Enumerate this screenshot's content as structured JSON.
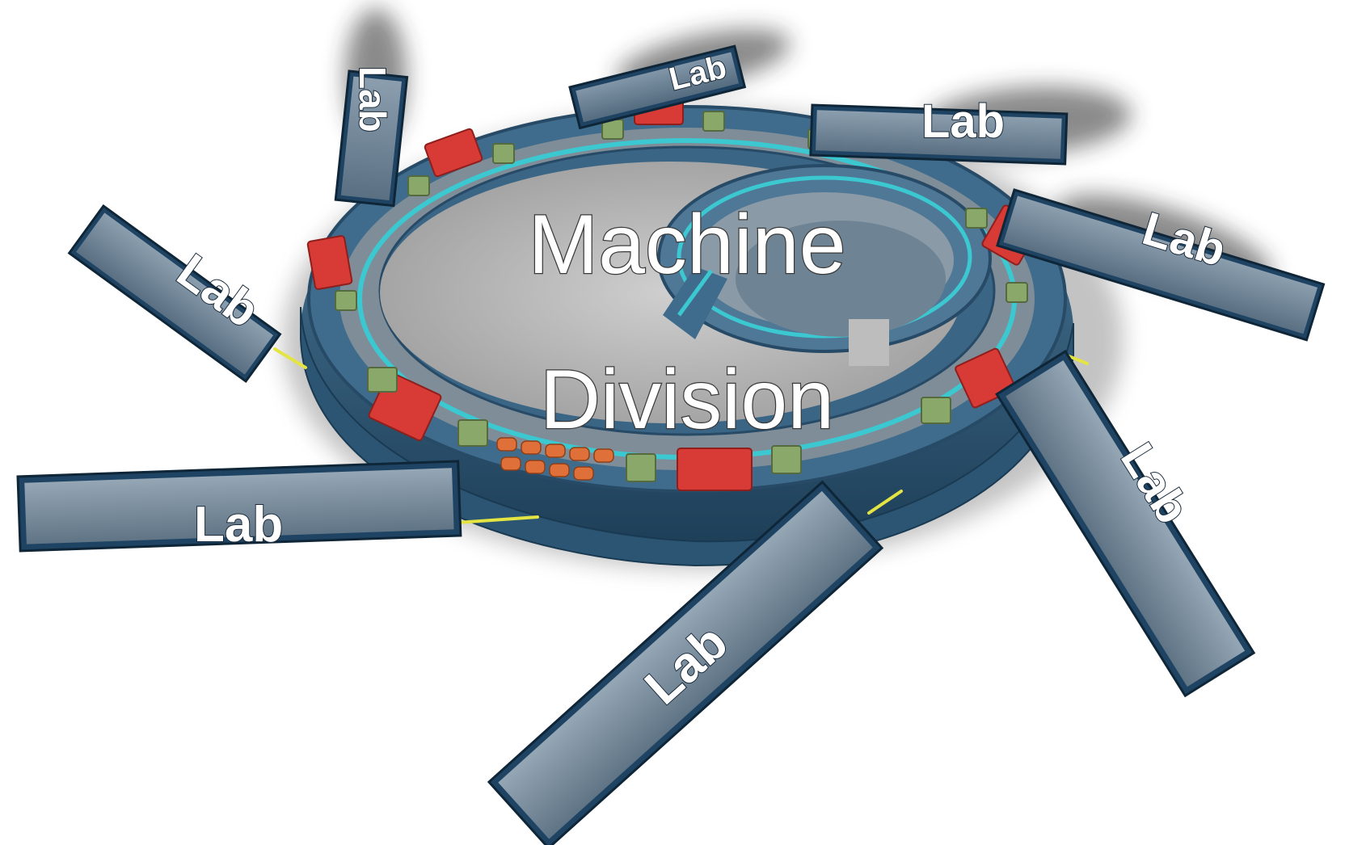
{
  "center_label": {
    "line1": "Machine",
    "line2": "Division"
  },
  "labs": [
    {
      "label": "Lab"
    },
    {
      "label": "Lab"
    },
    {
      "label": "Lab"
    },
    {
      "label": "Lab"
    },
    {
      "label": "Lab"
    },
    {
      "label": "Lab"
    },
    {
      "label": "Lab"
    },
    {
      "label": "Lab"
    }
  ],
  "colors": {
    "ring_wall": "#2f5a7a",
    "ring_floor": "#b8b8b8",
    "beam_pipe": "#3cc8d0",
    "dipole_magnet": "#d83a36",
    "quadrupole": "#8aa86a",
    "lab_module": "#1f4463",
    "beamline": "#e4e442"
  }
}
